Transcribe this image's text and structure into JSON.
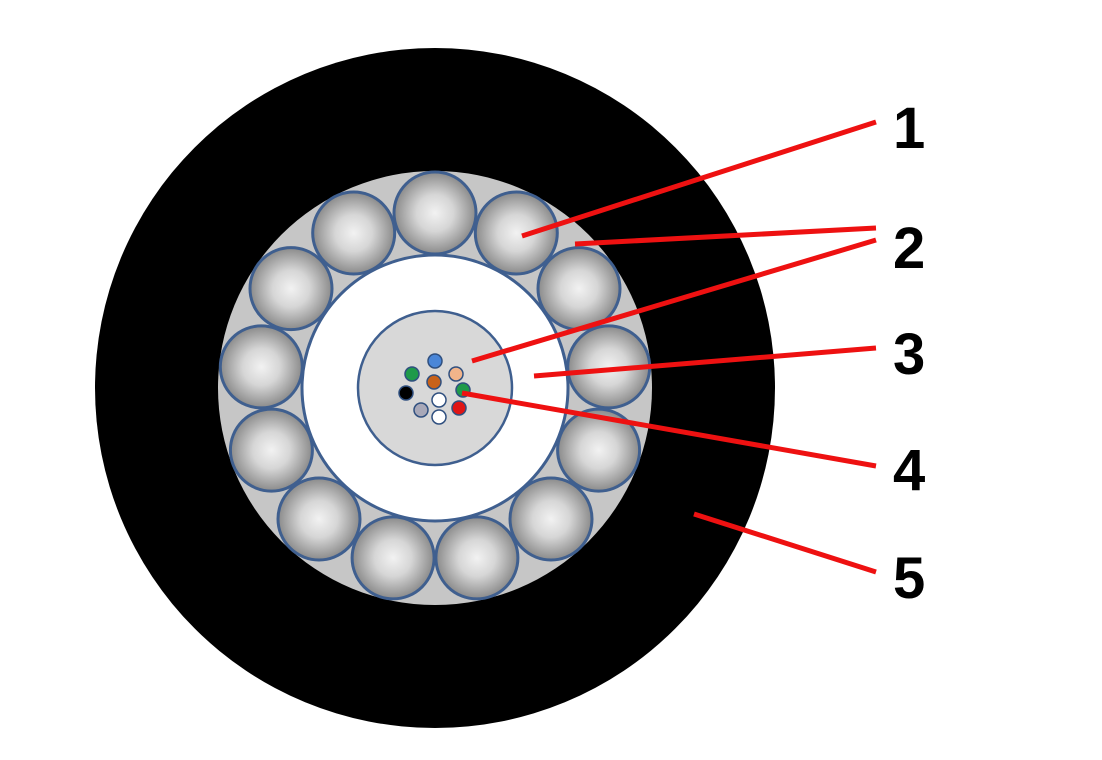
{
  "diagram": {
    "colors": {
      "outer_sheath": "#000000",
      "armor_layer": "#c6c6c6",
      "wire_stroke": "#3f5f8f",
      "inner_sheath": "#ffffff",
      "tube_fill": "#d8d8d8",
      "tube_stroke": "#3f5f8f",
      "leader_line": "#ee1111"
    },
    "fiber_colors": [
      "blue",
      "green",
      "orange",
      "peach",
      "black",
      "green",
      "gray",
      "white",
      "white",
      "red"
    ],
    "armor_wire_count": 13,
    "callouts": [
      {
        "label": "1"
      },
      {
        "label": "2"
      },
      {
        "label": "3"
      },
      {
        "label": "4"
      },
      {
        "label": "5"
      }
    ]
  }
}
